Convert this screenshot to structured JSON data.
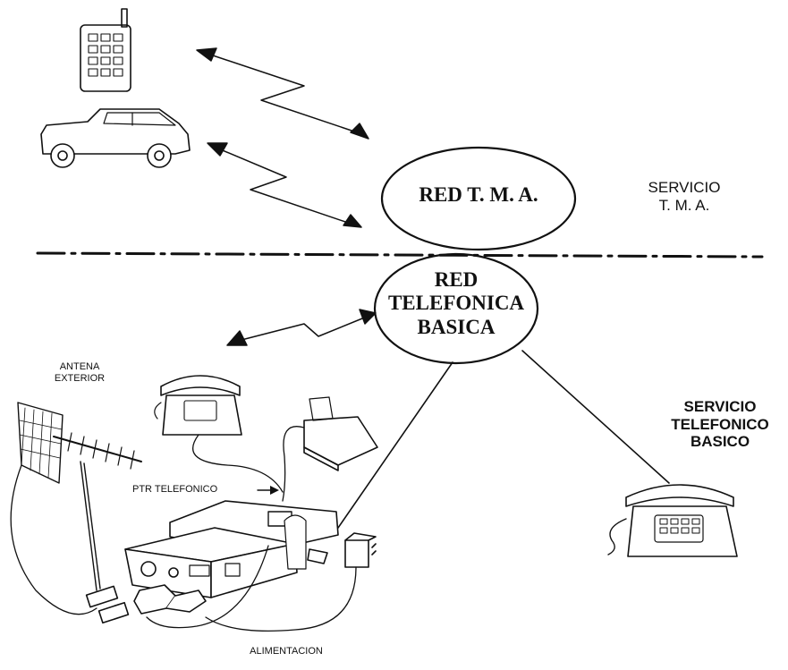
{
  "networks": {
    "tma": "RED T. M. A.",
    "basica": [
      "RED",
      "TELEFONICA",
      "BASICA"
    ]
  },
  "services": {
    "tma": [
      "SERVICIO",
      "T. M. A."
    ],
    "basico": [
      "SERVICIO",
      "TELEFONICO",
      "BASICO"
    ]
  },
  "equipment": {
    "antena": [
      "ANTENA",
      "EXTERIOR"
    ],
    "ptr": "PTR TELEFONICO",
    "alimentacion": "ALIMENTACION"
  },
  "icons": [
    "mobile-phone-icon",
    "car-icon",
    "desk-phone-icon",
    "fax-machine-icon",
    "yagi-antenna-icon",
    "terminal-unit-icon",
    "power-adapter-icon",
    "battery-pack-icon"
  ]
}
